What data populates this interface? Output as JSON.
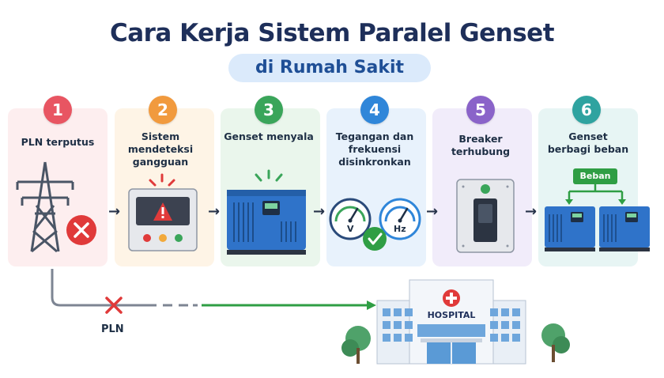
{
  "title": "Cara Kerja Sistem Paralel Genset",
  "subtitle": "di Rumah Sakit",
  "steps": [
    {
      "number": "1",
      "label": "PLN terputus",
      "color": "#e85562",
      "bg": "#fdeeef"
    },
    {
      "number": "2",
      "label": "Sistem mendeteksi gangguan",
      "color": "#f19a3e",
      "bg": "#fef4e6"
    },
    {
      "number": "3",
      "label": "Genset menyala",
      "color": "#3aa55a",
      "bg": "#eaf6ec"
    },
    {
      "number": "4",
      "label": "Tegangan dan frekuensi disinkronkan",
      "color": "#2f86d9",
      "bg": "#e8f2fc"
    },
    {
      "number": "5",
      "label": "Breaker terhubung",
      "color": "#8a63c9",
      "bg": "#f1ecfa"
    },
    {
      "number": "6",
      "label": "Genset berbagi beban",
      "color": "#2fa3a0",
      "bg": "#e7f5f4"
    }
  ],
  "gauges": {
    "volt": "V",
    "hz": "Hz"
  },
  "beban_label": "Beban",
  "pln_label": "PLN",
  "hospital_label": "HOSPITAL",
  "colors": {
    "navy": "#1e2f5a",
    "green": "#2f9e44",
    "red": "#e03a3a",
    "genset_blue": "#2f73c9",
    "tower_gray": "#4a5566"
  }
}
